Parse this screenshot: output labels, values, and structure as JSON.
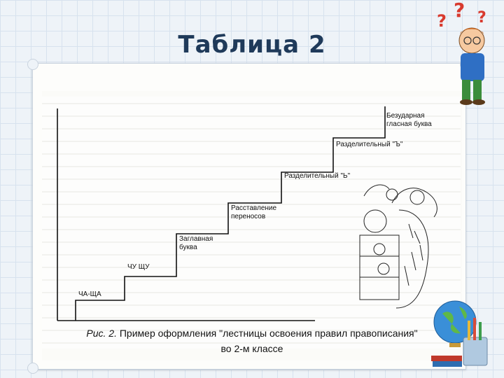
{
  "slide": {
    "title": "Таблица 2"
  },
  "figure": {
    "steps": [
      {
        "label": "ЧА-ЩА"
      },
      {
        "label": "ЧУ ЩУ"
      },
      {
        "label": "Заглавная\nбуква"
      },
      {
        "label": "Расставление\nпереносов"
      },
      {
        "label": "Разделительный \"Ь\""
      },
      {
        "label": "Разделительный \"Ъ\""
      },
      {
        "label": "Безударная\nгласная буква"
      }
    ],
    "caption_ref": "Рис. 2.",
    "caption_text": " Пример оформления \"лестницы освоения правил правописания\"",
    "caption_line2": "во 2-м классе"
  },
  "decor": {
    "question_marks": "? ? ?",
    "accent_color": "#1f3a5a",
    "icons": [
      "boy-with-question-marks-icon",
      "globe-with-pencils-icon"
    ]
  }
}
